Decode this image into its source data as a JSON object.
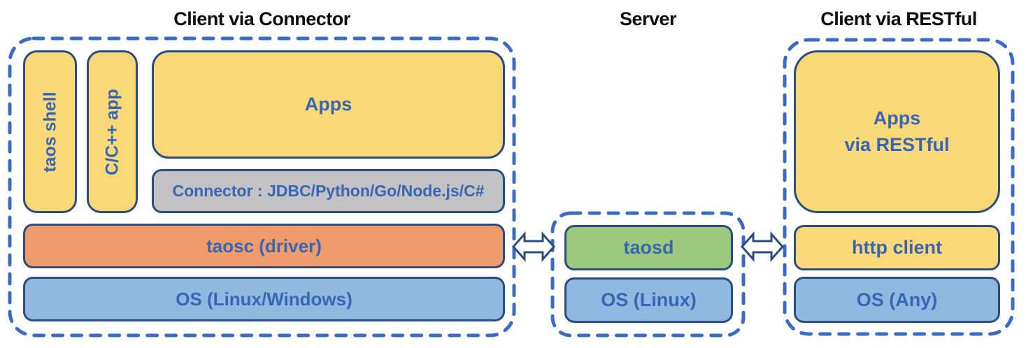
{
  "titles": {
    "left": "Client via Connector",
    "middle": "Server",
    "right": "Client via RESTful"
  },
  "boxes": {
    "taos_shell": "taos shell",
    "cpp_app": "C/C++ app",
    "apps": "Apps",
    "connector": "Connector : JDBC/Python/Go/Node.js/C#",
    "taosc": "taosc (driver)",
    "os_client": "OS (Linux/Windows)",
    "taosd": "taosd",
    "os_server": "OS (Linux)",
    "apps_restful_line1": "Apps",
    "apps_restful_line2": "via RESTful",
    "http_client": "http client",
    "os_any": "OS (Any)"
  },
  "icons": {
    "left_arrow": "double-headed-arrow-icon",
    "right_arrow": "double-headed-arrow-icon"
  },
  "colors": {
    "yellow_fill": "#FBD877",
    "orange_fill": "#F09B6B",
    "blue_fill": "#8FB9E1",
    "green_fill": "#9DC97E",
    "gray_fill": "#C2C2C5",
    "box_border": "#2A4D80",
    "label_blue": "#3766B5",
    "dash_border": "#3A6BC7",
    "title_black": "#0D0D0D",
    "arrow_fill": "#FFFFFF"
  }
}
